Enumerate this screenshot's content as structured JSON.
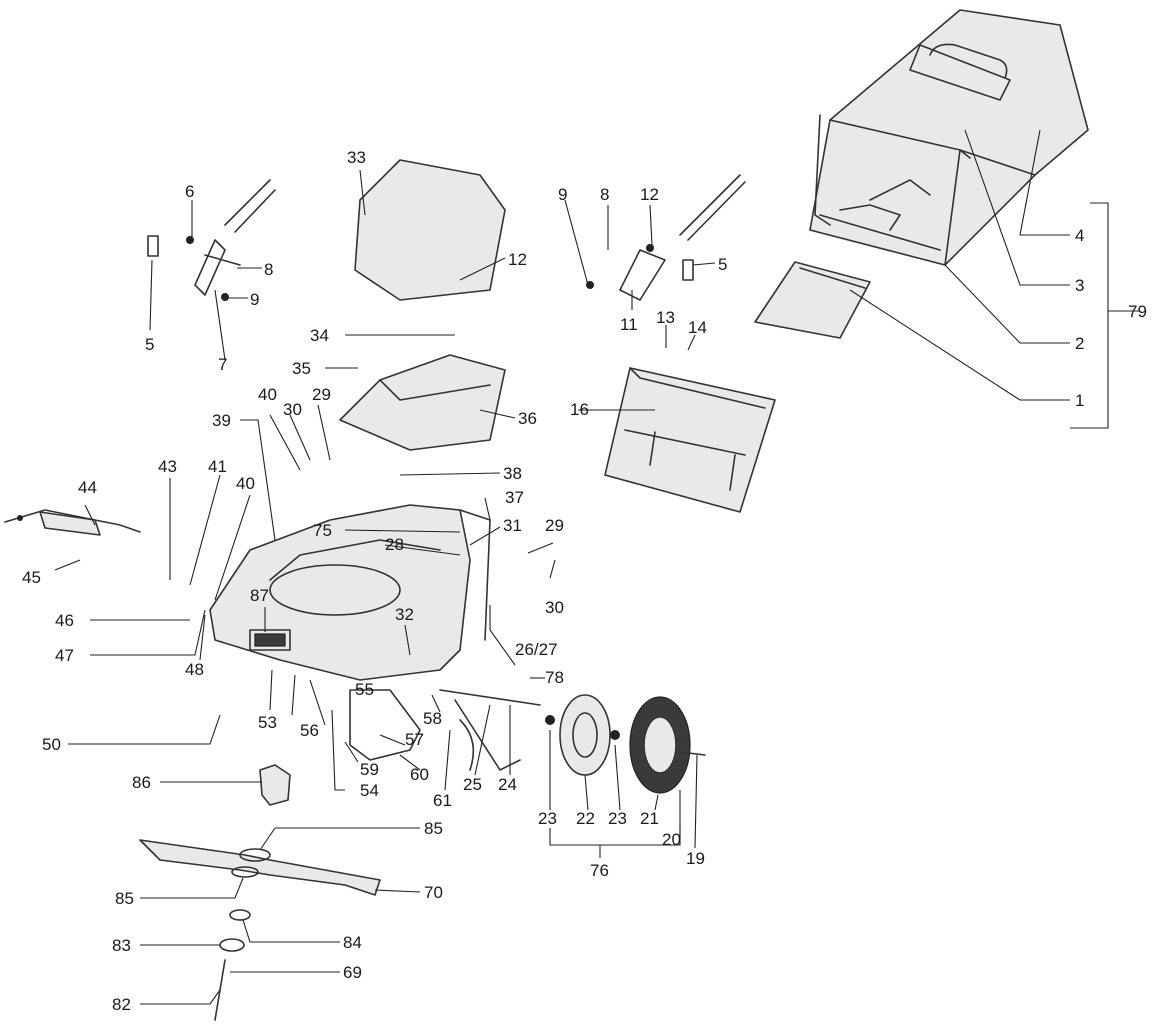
{
  "callouts": {
    "c1": "1",
    "c2": "2",
    "c3": "3",
    "c4": "4",
    "c5a": "5",
    "c5b": "5",
    "c6": "6",
    "c7": "7",
    "c8a": "8",
    "c8b": "8",
    "c9a": "9",
    "c9b": "9",
    "c11": "11",
    "c12a": "12",
    "c12b": "12",
    "c13": "13",
    "c14": "14",
    "c16": "16",
    "c19": "19",
    "c20": "20",
    "c21": "21",
    "c22": "22",
    "c23a": "23",
    "c23b": "23",
    "c24": "24",
    "c25": "25",
    "c2627": "26/27",
    "c28": "28",
    "c29a": "29",
    "c29b": "29",
    "c30a": "30",
    "c30b": "30",
    "c31": "31",
    "c32": "32",
    "c33": "33",
    "c34": "34",
    "c35": "35",
    "c36": "36",
    "c37": "37",
    "c38": "38",
    "c39": "39",
    "c40a": "40",
    "c40b": "40",
    "c41": "41",
    "c43": "43",
    "c44": "44",
    "c45": "45",
    "c46": "46",
    "c47": "47",
    "c48": "48",
    "c50": "50",
    "c53": "53",
    "c54": "54",
    "c55": "55",
    "c56": "56",
    "c57": "57",
    "c58": "58",
    "c59": "59",
    "c60": "60",
    "c61": "61",
    "c69": "69",
    "c70": "70",
    "c75": "75",
    "c76": "76",
    "c78": "78",
    "c79": "79",
    "c82": "82",
    "c83": "83",
    "c84": "84",
    "c85a": "85",
    "c85b": "85",
    "c86": "86",
    "c87": "87"
  },
  "icons": {
    "grass-bag": "grass-catcher-bag-icon",
    "wheel": "wheel-icon",
    "blade": "mower-blade-icon",
    "deck": "mower-deck-icon"
  }
}
